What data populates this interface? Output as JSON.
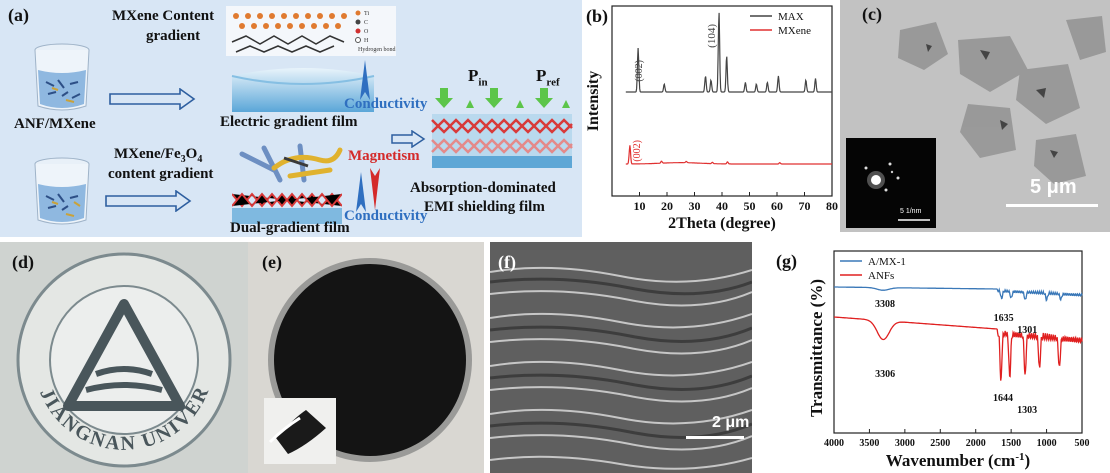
{
  "panel_a": {
    "label": "(a)",
    "beaker1": "ANF/MXene",
    "step1_line1": "MXene  Content",
    "step1_line2": "gradient",
    "step2_line1": "MXene/Fe",
    "step2_sub": "3",
    "step2_mid": "O",
    "step2_sub2": "4",
    "step2_line2": "content gradient",
    "film1": "Electric gradient film",
    "film2": "Dual-gradient film",
    "conductivity1": "Conductivity",
    "conductivity2": "Conductivity",
    "magnetism": "Magnetism",
    "p_in": "P",
    "p_in_sub": "in",
    "p_ref": "P",
    "p_ref_sub": "ref",
    "result_line1": "Absorption-dominated",
    "result_line2": "EMI shielding film",
    "legend_items": [
      "Ti",
      "C",
      "O",
      "H",
      "Hydrogen bond"
    ],
    "colors": {
      "background": "#d8e6f5",
      "conductivity": "#2f6fc0",
      "magnetism": "#d42a2a",
      "mesh": "#d83a3a"
    }
  },
  "panel_b": {
    "label": "(b)",
    "peak_max_104": "(104)",
    "peak_max_002": "(002)",
    "peak_mxene_002": "(002)"
  },
  "panel_c": {
    "label": "(c)",
    "scale": "5 μm",
    "inset_scale": "5 1/nm"
  },
  "panel_d": {
    "label": "(d)",
    "seal_text": "JIANGNAN UNIVERSITY"
  },
  "panel_e": {
    "label": "(e)"
  },
  "panel_f": {
    "label": "(f)",
    "scale": "2 μm"
  },
  "panel_g": {
    "label": "(g)",
    "annotations_top": [
      "3308",
      "1635",
      "1301"
    ],
    "annotations_bottom": [
      "3306",
      "1644",
      "1303"
    ]
  },
  "chart_data": [
    {
      "type": "line",
      "xlabel": "2Theta (degree)",
      "ylabel": "Intensity",
      "xlim": [
        0,
        80
      ],
      "x_ticks": [
        10,
        20,
        30,
        40,
        50,
        60,
        70,
        80
      ],
      "y_ticks_shown": false,
      "legend_position": "top-right",
      "series": [
        {
          "name": "MAX",
          "color": "#444444",
          "peaks": [
            [
              9.5,
              0.55
            ],
            [
              19.0,
              0.1
            ],
            [
              34.0,
              0.2
            ],
            [
              36.0,
              0.15
            ],
            [
              38.9,
              1.0
            ],
            [
              41.7,
              0.45
            ],
            [
              48.5,
              0.12
            ],
            [
              52.5,
              0.1
            ],
            [
              56.5,
              0.12
            ],
            [
              60.5,
              0.2
            ],
            [
              70.5,
              0.15
            ],
            [
              74.0,
              0.17
            ]
          ]
        },
        {
          "name": "MXene",
          "color": "#e03030",
          "peaks": [
            [
              6.5,
              0.55
            ],
            [
              18.0,
              0.06
            ],
            [
              27.0,
              0.04
            ],
            [
              36.5,
              0.04
            ],
            [
              42.0,
              0.06
            ],
            [
              61.0,
              0.04
            ]
          ]
        }
      ]
    },
    {
      "type": "line",
      "xlabel": "Wavenumber (cm",
      "xlabel_sup": "-1",
      "xlabel_end": ")",
      "ylabel": "Transmittance (%)",
      "xlim": [
        4000,
        500
      ],
      "x_ticks": [
        4000,
        3500,
        3000,
        2500,
        2000,
        1500,
        1000,
        500
      ],
      "legend_position": "top-left",
      "series": [
        {
          "name": "A/MX-1",
          "color": "#3a78b8",
          "bands": [
            [
              3308,
              0.12
            ],
            [
              1635,
              0.35
            ],
            [
              1500,
              0.3
            ],
            [
              1301,
              0.35
            ],
            [
              1000,
              0.3
            ],
            [
              800,
              0.25
            ]
          ]
        },
        {
          "name": "ANFs",
          "color": "#e02020",
          "bands": [
            [
              3306,
              0.35
            ],
            [
              1644,
              0.9
            ],
            [
              1520,
              0.8
            ],
            [
              1303,
              0.75
            ],
            [
              1100,
              0.6
            ],
            [
              820,
              0.55
            ]
          ]
        }
      ]
    }
  ]
}
